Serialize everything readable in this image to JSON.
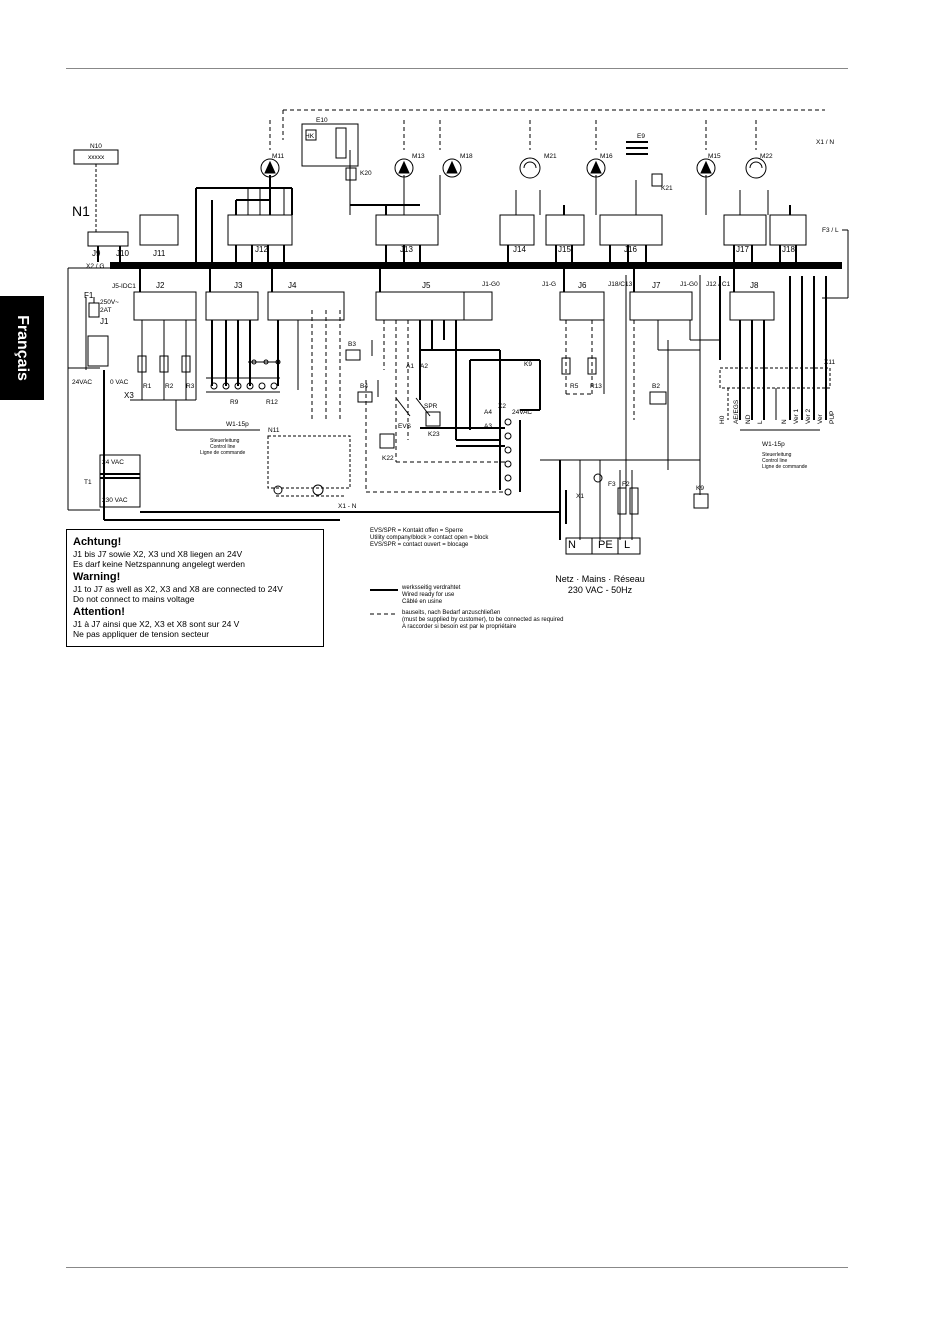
{
  "sidebar": {
    "language_tab": "Français"
  },
  "board": {
    "main_label": "N1",
    "aux_labels": [
      "N10",
      "xxxxx",
      "E10",
      "HK",
      "K20",
      "E9",
      "K21",
      "X1 / N",
      "F3 / L",
      "X2 / G",
      "F1",
      "250V~",
      "2AT",
      "J1",
      "24VAC",
      "0 VAC",
      "X3",
      "T1",
      "24 VAC",
      "230 VAC",
      "B3",
      "B4",
      "K22",
      "K23",
      "EVS",
      "SPR",
      "X2",
      "A1",
      "A2",
      "A3",
      "A4",
      "24VAC",
      "K9",
      "B2",
      "X1",
      "F3",
      "F2",
      "K9",
      "X11",
      "N11",
      "X1 - N",
      "W1-15p"
    ],
    "connectors_top": [
      "J9",
      "J10",
      "J11",
      "J12",
      "J13",
      "J14",
      "J15",
      "J16",
      "J17",
      "J18"
    ],
    "connectors_bottom": [
      "J2",
      "J3",
      "J4",
      "J5",
      "J6",
      "J7",
      "J8"
    ],
    "motors": [
      "M11",
      "M13",
      "M18",
      "M21",
      "M16",
      "M15",
      "M22"
    ],
    "resistors": [
      "R1",
      "R2",
      "R3",
      "R9",
      "R12",
      "R5",
      "R13"
    ],
    "bus_labels": [
      "J5-IDC1",
      "J1-G0",
      "J1-G",
      "J18/C13",
      "J1-G0",
      "J12 / C1"
    ],
    "mains_terminals": [
      "N",
      "PE",
      "L"
    ],
    "x11_pins": [
      "H0",
      "AE/EGS",
      "ND",
      "L",
      "N",
      "Ver 1",
      "Ver 2",
      "Ver",
      "PUP"
    ],
    "x11_caption": "W1-15p",
    "control_line": [
      "Steuerleitung",
      "Control line",
      "Ligne de commande"
    ],
    "control_line_left": [
      "Steuerleitung",
      "Control line",
      "Ligne de commande"
    ]
  },
  "warning_box": {
    "de_title": "Achtung!",
    "de_text_1": "J1 bis J7 sowie X2, X3 und X8 liegen an 24V",
    "de_text_2": "Es darf keine Netzspannung angelegt werden",
    "en_title": "Warning!",
    "en_text_1": "J1 to J7 as well as X2, X3 and X8 are connected to 24V",
    "en_text_2": "Do not connect to mains voltage",
    "fr_title": "Attention!",
    "fr_text_1": "J1 à J7 ainsi que X2, X3 et X8 sont sur 24 V",
    "fr_text_2": "Ne pas appliquer de tension secteur"
  },
  "evs_note": {
    "line_1": "EVS/SPR = Kontakt offen = Sperre",
    "line_2": "Utility company/block > contact open = block",
    "line_3": "EVS/SPR = contact ouvert = blocage"
  },
  "mains": {
    "line_1": "Netz · Mains · Réseau",
    "line_2": "230 VAC - 50Hz"
  },
  "legend": {
    "solid_1": "werksseitig verdrahtet",
    "solid_2": "Wired ready for use",
    "solid_3": "Câblé en usine",
    "dashed_1": "bauseits, nach Bedarf anzuschließen",
    "dashed_2": "(must be supplied by customer), to be connected as required",
    "dashed_3": "A raccorder si besoin est par le propriétaire"
  }
}
